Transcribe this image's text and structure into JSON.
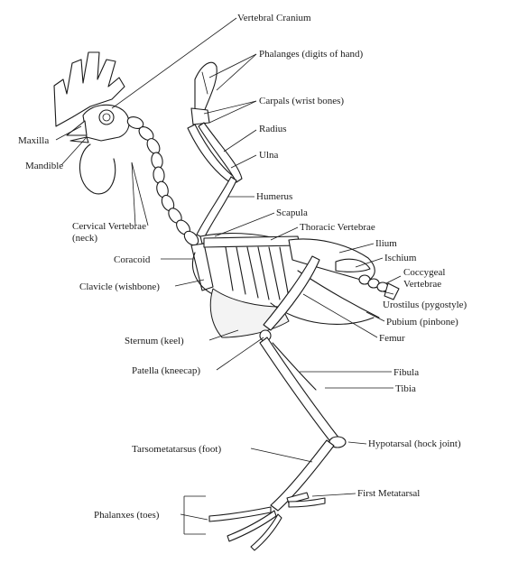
{
  "labels": {
    "vertebral_cranium": "Vertebral Cranium",
    "phalanges_hand": "Phalanges (digits of hand)",
    "carpals": "Carpals (wrist bones)",
    "radius": "Radius",
    "ulna": "Ulna",
    "maxilla": "Maxilla",
    "mandible": "Mandible",
    "humerus": "Humerus",
    "scapula": "Scapula",
    "thoracic_vertebrae": "Thoracic Vertebrae",
    "cervical_vertebrae_1": "Cervical Vertebrae",
    "cervical_vertebrae_2": "(neck)",
    "ilium": "Ilium",
    "ischium": "Ischium",
    "coracoid": "Coracoid",
    "coccygeal_1": "Coccygeal",
    "coccygeal_2": "Vertebrae",
    "clavicle": "Clavicle (wishbone)",
    "urostilus": "Urostilus (pygostyle)",
    "pubium": "Pubium (pinbone)",
    "femur": "Femur",
    "sternum": "Sternum (keel)",
    "patella": "Patella (kneecap)",
    "fibula": "Fibula",
    "tibia": "Tibia",
    "hypotarsal": "Hypotarsal (hock joint)",
    "tarsometatarsus": "Tarsometatarsus (foot)",
    "first_metatarsal": "First Metatarsal",
    "phalanxes_toes": "Phalanxes (toes)"
  }
}
